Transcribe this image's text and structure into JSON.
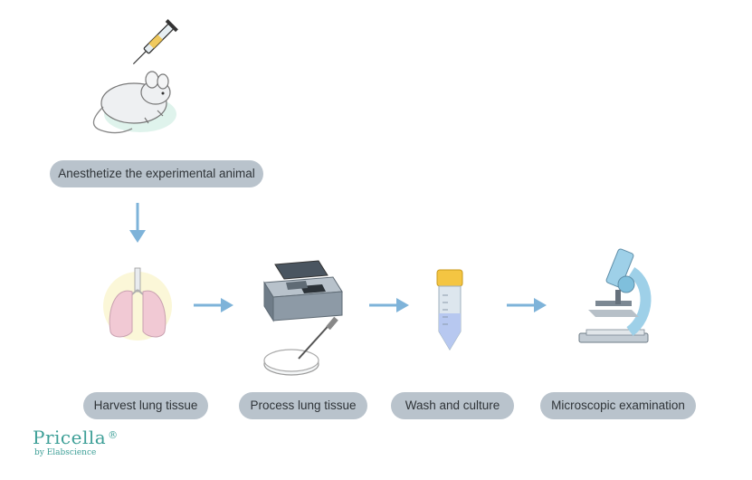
{
  "steps": {
    "anesthetize": "Anesthetize the experimental animal",
    "harvest": "Harvest lung tissue",
    "process": "Process lung tissue",
    "wash": "Wash and culture",
    "microscopic": "Microscopic examination"
  },
  "brand": {
    "name": "Pricella",
    "registered": "®",
    "tagline": "by Elabscience"
  },
  "colors": {
    "arrow": "#7eb3d9",
    "label_bg": "#b9c3cc",
    "brand": "#3d9f97"
  }
}
